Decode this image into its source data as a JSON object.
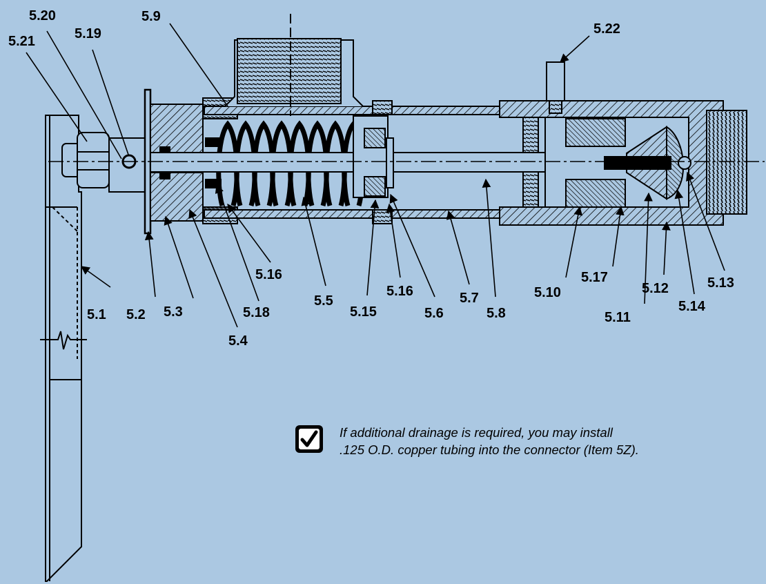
{
  "drawing": {
    "background_color": "#abc8e2",
    "callouts": [
      "5.1",
      "5.2",
      "5.3",
      "5.4",
      "5.5",
      "5.6",
      "5.7",
      "5.8",
      "5.9",
      "5.10",
      "5.11",
      "5.12",
      "5.13",
      "5.14",
      "5.15",
      "5.16",
      "5.16",
      "5.17",
      "5.18",
      "5.19",
      "5.20",
      "5.21",
      "5.22"
    ]
  },
  "note": {
    "icon": "checkmark-box-icon",
    "line1": "If additional drainage is required, you may install",
    "line2": ".125 O.D. copper tubing into the connector (Item 5Z)."
  }
}
